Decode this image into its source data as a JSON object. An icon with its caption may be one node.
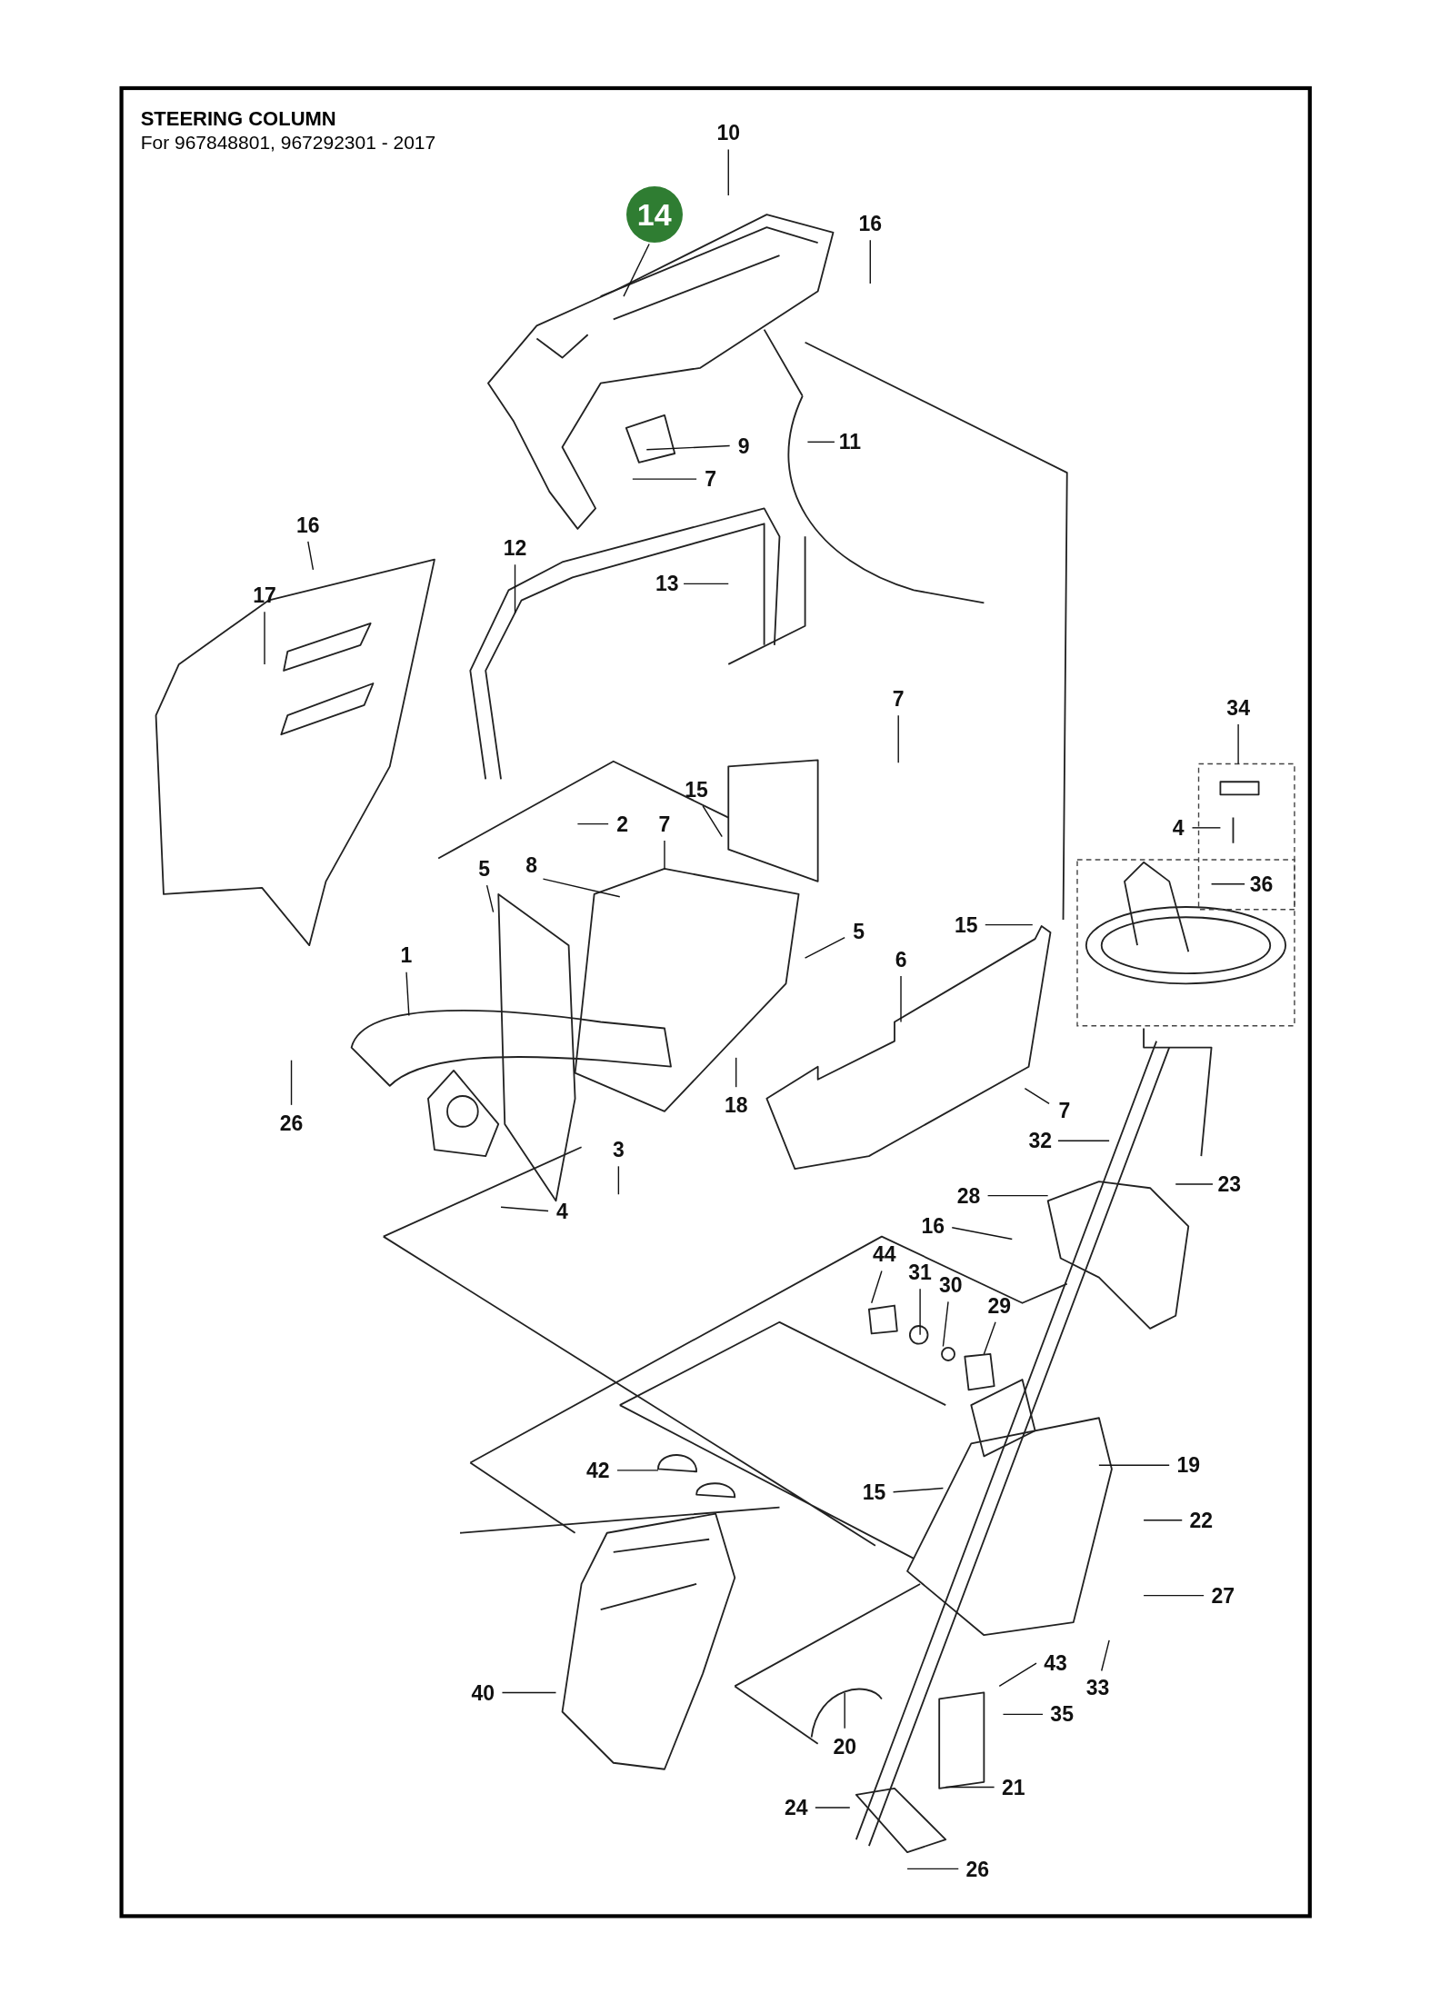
{
  "diagram": {
    "title": "STEERING COLUMN",
    "nodes": [
      {
        "text": [
          "10"
        ]
      },
      {
        "text": [
          "14"
        ]
      },
      {
        "text": [
          "16"
        ]
      },
      {
        "text": [
          "9"
        ]
      },
      {
        "text": [
          "11"
        ]
      },
      {
        "text": [
          "7"
        ]
      },
      {
        "text": [
          "16"
        ]
      },
      {
        "text": [
          "12"
        ]
      },
      {
        "text": [
          "17"
        ]
      },
      {
        "text": [
          "13"
        ]
      },
      {
        "text": [
          "7"
        ]
      },
      {
        "text": [
          "34"
        ]
      },
      {
        "text": [
          "15"
        ]
      },
      {
        "text": [
          "2"
        ]
      },
      {
        "text": [
          "7"
        ]
      },
      {
        "text": [
          "4"
        ]
      },
      {
        "text": [
          "5"
        ]
      },
      {
        "text": [
          "8"
        ]
      },
      {
        "text": [
          "36"
        ]
      },
      {
        "text": [
          "1"
        ]
      },
      {
        "text": [
          "5"
        ]
      },
      {
        "text": [
          "15"
        ]
      },
      {
        "text": [
          "6"
        ]
      },
      {
        "text": [
          "26"
        ]
      },
      {
        "text": [
          "18"
        ]
      },
      {
        "text": [
          "7"
        ]
      },
      {
        "text": [
          "32"
        ]
      },
      {
        "text": [
          "3"
        ]
      },
      {
        "text": [
          "23"
        ]
      },
      {
        "text": [
          "28"
        ]
      },
      {
        "text": [
          "4"
        ]
      },
      {
        "text": [
          "16"
        ]
      },
      {
        "text": [
          "44"
        ]
      },
      {
        "text": [
          "31"
        ]
      },
      {
        "text": [
          "30"
        ]
      },
      {
        "text": [
          "29"
        ]
      },
      {
        "text": [
          "19"
        ]
      },
      {
        "text": [
          "42"
        ]
      },
      {
        "text": [
          "15"
        ]
      },
      {
        "text": [
          "22"
        ]
      },
      {
        "text": [
          "27"
        ]
      },
      {
        "text": [
          "43"
        ]
      },
      {
        "text": [
          "40"
        ]
      },
      {
        "text": [
          "33"
        ]
      },
      {
        "text": [
          "35"
        ]
      },
      {
        "text": [
          "20"
        ]
      },
      {
        "text": [
          "21"
        ]
      },
      {
        "text": [
          "24"
        ]
      },
      {
        "text": [
          "26"
        ]
      }
    ],
    "edges": [
      {
        "from": 0,
        "to": null,
        "arrow": "none"
      },
      {
        "from": 1,
        "to": null,
        "arrow": "none"
      },
      {
        "from": 2,
        "to": null,
        "arrow": "none"
      },
      {
        "from": 3,
        "to": null,
        "arrow": "none"
      },
      {
        "from": 4,
        "to": null,
        "arrow": "none"
      },
      {
        "from": 5,
        "to": null,
        "arrow": "none"
      },
      {
        "from": 6,
        "to": null,
        "arrow": "none"
      },
      {
        "from": 7,
        "to": null,
        "arrow": "none"
      },
      {
        "from": 8,
        "to": null,
        "arrow": "none"
      },
      {
        "from": 9,
        "to": null,
        "arrow": "none"
      },
      {
        "from": 10,
        "to": null,
        "arrow": "none"
      },
      {
        "from": 11,
        "to": null,
        "arrow": "none"
      },
      {
        "from": 12,
        "to": null,
        "arrow": "none"
      },
      {
        "from": 13,
        "to": null,
        "arrow": "none"
      },
      {
        "from": 14,
        "to": null,
        "arrow": "none"
      },
      {
        "from": 15,
        "to": null,
        "arrow": "none"
      },
      {
        "from": 16,
        "to": null,
        "arrow": "none"
      },
      {
        "from": 17,
        "to": null,
        "arrow": "none"
      },
      {
        "from": 18,
        "to": null,
        "arrow": "none"
      },
      {
        "from": 19,
        "to": null,
        "arrow": "none"
      },
      {
        "from": 20,
        "to": null,
        "arrow": "none"
      },
      {
        "from": 21,
        "to": null,
        "arrow": "none"
      },
      {
        "from": 22,
        "to": null,
        "arrow": "none"
      },
      {
        "from": 23,
        "to": null,
        "arrow": "none"
      },
      {
        "from": 24,
        "to": null,
        "arrow": "none"
      },
      {
        "from": 25,
        "to": null,
        "arrow": "none"
      },
      {
        "from": 26,
        "to": null,
        "arrow": "none"
      },
      {
        "from": 27,
        "to": null,
        "arrow": "none"
      },
      {
        "from": 28,
        "to": null,
        "arrow": "none"
      },
      {
        "from": 29,
        "to": null,
        "arrow": "none"
      },
      {
        "from": 30,
        "to": null,
        "arrow": "none"
      },
      {
        "from": 31,
        "to": null,
        "arrow": "none"
      },
      {
        "from": 32,
        "to": null,
        "arrow": "none"
      },
      {
        "from": 33,
        "to": null,
        "arrow": "none"
      },
      {
        "from": 34,
        "to": null,
        "arrow": "none"
      },
      {
        "from": 35,
        "to": null,
        "arrow": "none"
      },
      {
        "from": 36,
        "to": null,
        "arrow": "none"
      },
      {
        "from": 37,
        "to": null,
        "arrow": "none"
      },
      {
        "from": 38,
        "to": null,
        "arrow": "none"
      },
      {
        "from": 39,
        "to": null,
        "arrow": "none"
      },
      {
        "from": 40,
        "to": null,
        "arrow": "none"
      },
      {
        "from": 41,
        "to": null,
        "arrow": "none"
      },
      {
        "from": 42,
        "to": null,
        "arrow": "none"
      },
      {
        "from": 43,
        "to": null,
        "arrow": "none"
      },
      {
        "from": 44,
        "to": null,
        "arrow": "none"
      },
      {
        "from": 45,
        "to": null,
        "arrow": "none"
      },
      {
        "from": 46,
        "to": null,
        "arrow": "none"
      },
      {
        "from": 47,
        "to": null,
        "arrow": "none"
      },
      {
        "from": 48,
        "to": null,
        "arrow": "none"
      }
    ],
    "labels": [
      "For 967848801, 967292301 - 2017"
    ]
  }
}
